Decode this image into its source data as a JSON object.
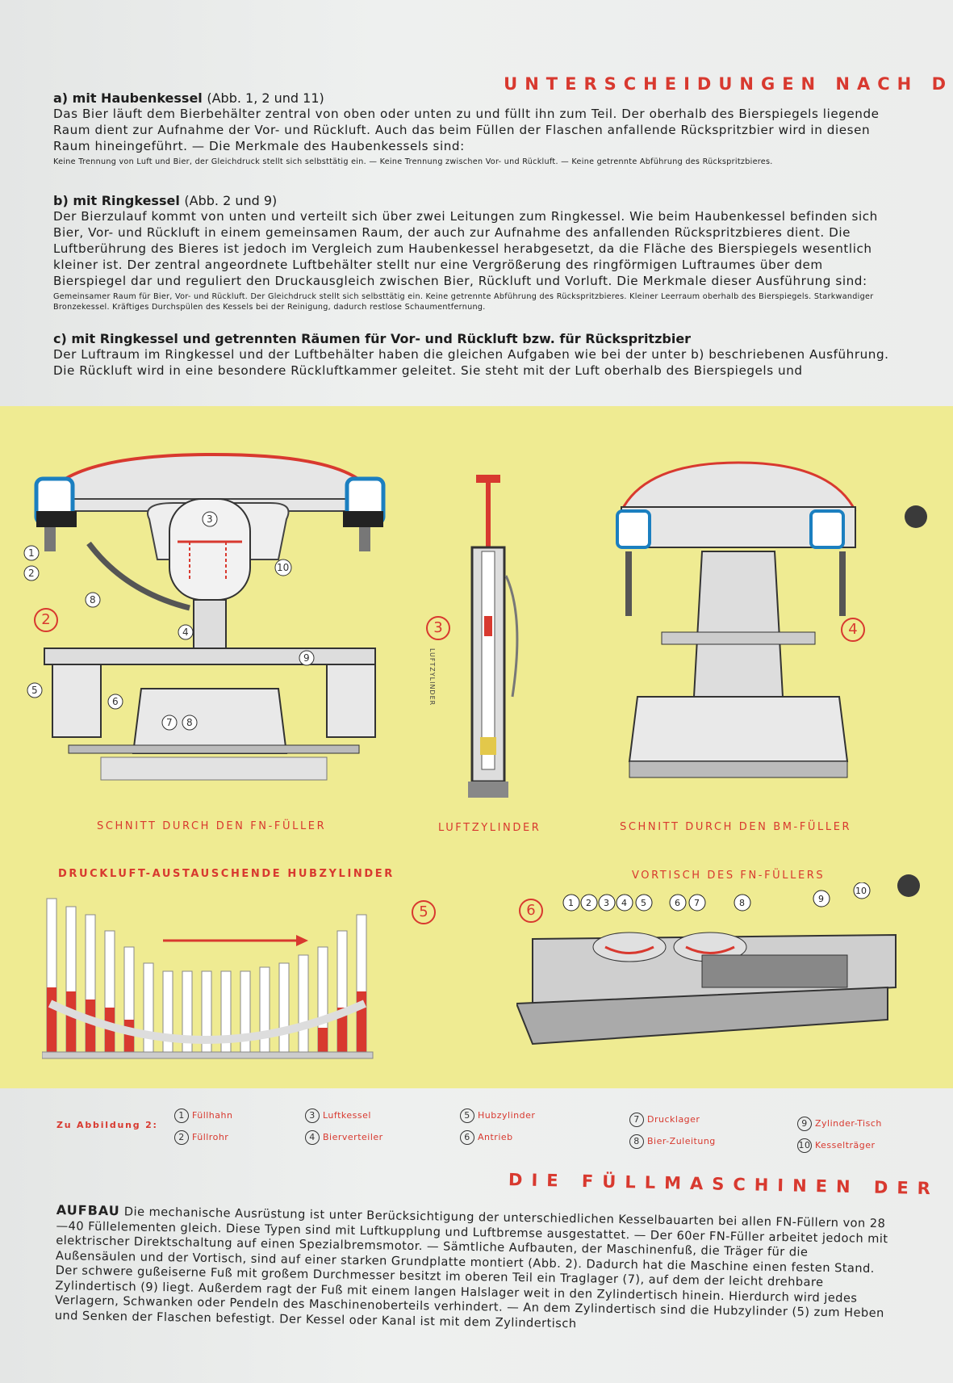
{
  "header": {
    "title": "UNTERSCHEIDUNGEN NACH D"
  },
  "sections": {
    "a": {
      "heading": "a) mit Haubenkessel",
      "ref": "(Abb. 1, 2 und 11)",
      "body": "Das Bier läuft dem Bierbehälter zentral von oben oder unten zu und füllt ihn zum Teil. Der oberhalb des Bierspiegels liegende Raum dient zur Aufnahme der Vor- und Rückluft. Auch das beim Füllen der Flaschen anfallende Rückspritzbier wird in diesen Raum hineingeführt. — Die Merkmale des Haubenkessels sind:",
      "features": "Keine Trennung von Luft und Bier, der Gleichdruck stellt sich selbsttätig ein. — Keine Trennung zwischen Vor- und Rückluft. — Keine getrennte Abführung des Rückspritzbieres."
    },
    "b": {
      "heading": "b) mit Ringkessel",
      "ref": "(Abb. 2 und 9)",
      "body": "Der Bierzulauf kommt von unten und verteilt sich über zwei Leitungen zum Ringkessel. Wie beim Haubenkessel befinden sich Bier, Vor- und Rückluft in einem gemeinsamen Raum, der auch zur Aufnahme des anfallenden Rückspritzbieres dient. Die Luftberührung des Bieres ist jedoch im Vergleich zum Haubenkessel herabgesetzt, da die Fläche des Bierspiegels wesentlich kleiner ist. Der zentral angeordnete Luftbehälter stellt nur eine Vergrößerung des ringförmigen Luftraumes über dem Bierspiegel dar und reguliert den Druckausgleich zwischen Bier, Rückluft und Vorluft. Die Merkmale dieser Ausführung sind:",
      "features": "Gemeinsamer Raum für Bier, Vor- und Rückluft. Der Gleichdruck stellt sich selbsttätig ein. Keine getrennte Abführung des Rückspritzbieres. Kleiner Leerraum oberhalb des Bierspiegels. Starkwandiger Bronzekessel. Kräftiges Durchspülen des Kessels bei der Reinigung, dadurch restlose Schaumentfernung."
    },
    "c": {
      "heading": "c) mit Ringkessel und getrennten Räumen für Vor- und Rückluft bzw. für Rückspritzbier",
      "body": "Der Luftraum im Ringkessel und der Luftbehälter haben die gleichen Aufgaben wie bei der unter b) beschriebenen Ausführung. Die Rückluft wird in eine besondere Rückluftkammer geleitet. Sie steht mit der Luft oberhalb des Bierspiegels und"
    }
  },
  "figures": {
    "fig2": {
      "number": "2",
      "caption": "SCHNITT DURCH DEN FN-FÜLLER",
      "callouts": [
        "1",
        "2",
        "3",
        "4",
        "5",
        "6",
        "7",
        "8",
        "9",
        "10"
      ]
    },
    "fig3": {
      "number": "3",
      "caption": "LUFTZYLINDER",
      "vertical_label": "LUFTZYLINDER"
    },
    "fig4": {
      "number": "4",
      "caption": "SCHNITT DURCH DEN BM-FÜLLER"
    },
    "fig5": {
      "number": "5",
      "caption": "DRUCKLUFT-AUSTAUSCHENDE HUBZYLINDER"
    },
    "fig6": {
      "number": "6",
      "caption": "VORTISCH DES FN-FÜLLERS",
      "callouts": [
        "1",
        "2",
        "3",
        "4",
        "5",
        "6",
        "7",
        "8",
        "9",
        "10"
      ]
    }
  },
  "legend": {
    "title": "Zu Abbildung 2:",
    "items": [
      {
        "n": "1",
        "label": "Füllhahn"
      },
      {
        "n": "2",
        "label": "Füllrohr"
      },
      {
        "n": "3",
        "label": "Luftkessel"
      },
      {
        "n": "4",
        "label": "Bierverteiler"
      },
      {
        "n": "5",
        "label": "Hubzylinder"
      },
      {
        "n": "6",
        "label": "Antrieb"
      },
      {
        "n": "7",
        "label": "Drucklager"
      },
      {
        "n": "8",
        "label": "Bier-Zuleitung"
      },
      {
        "n": "9",
        "label": "Zylinder-Tisch"
      },
      {
        "n": "10",
        "label": "Kesselträger"
      }
    ]
  },
  "footer": {
    "title": "DIE FÜLLMASCHINEN DER TYPE",
    "lead": "AUFBAU",
    "body": "Die mechanische Ausrüstung ist unter Berücksichtigung der unterschiedlichen Kesselbauarten bei allen FN-Füllern von 28—40 Füllelementen gleich. Diese Typen sind mit Luftkupplung und Luftbremse ausgestattet. — Der 60er FN-Füller arbeitet jedoch mit elektrischer Direktschaltung auf einen Spezialbremsmotor. — Sämtliche Aufbauten, der Maschinenfuß, die Träger für die Außensäulen und der Vortisch, sind auf einer starken Grundplatte montiert (Abb. 2). Dadurch hat die Maschine einen festen Stand. Der schwere gußeiserne Fuß mit großem Durchmesser besitzt im oberen Teil ein Traglager (7), auf dem der leicht drehbare Zylindertisch (9) liegt. Außerdem ragt der Fuß mit einem langen Halslager weit in den Zylindertisch hinein. Hierdurch wird jedes Verlagern, Schwanken oder Pendeln des Maschinenoberteils verhindert. — An dem Zylindertisch sind die Hubzylinder (5) zum Heben und Senken der Flaschen befestigt. Der Kessel oder Kanal ist mit dem Zylindertisch"
  }
}
